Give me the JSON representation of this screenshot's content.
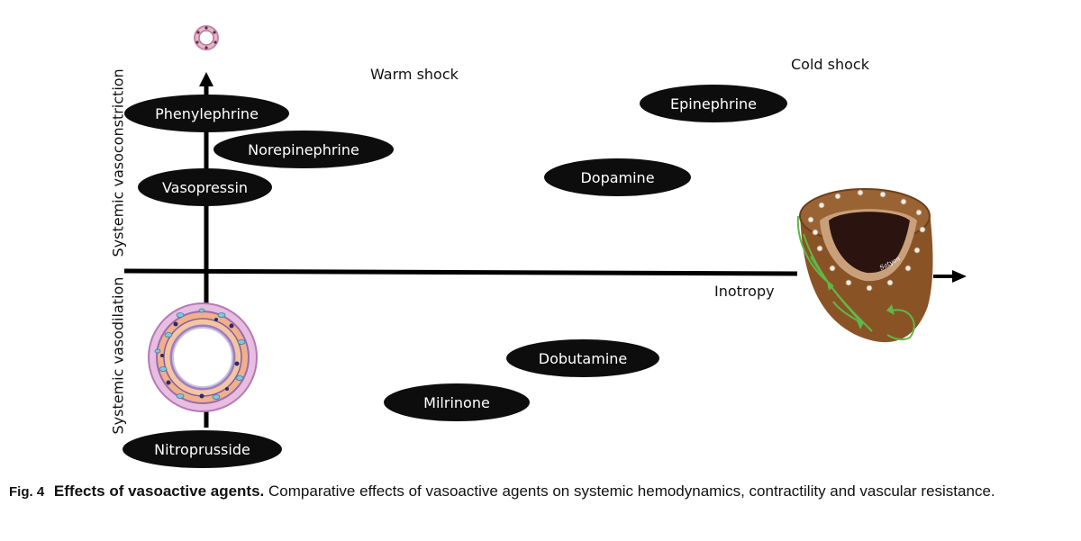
{
  "quadrants": {
    "warm": "Warm shock",
    "cold": "Cold shock"
  },
  "axes": {
    "y_top": "Systemic vasoconstriction",
    "y_bottom": "Systemic vasodilation",
    "x": "Inotropy"
  },
  "agents": {
    "phenylephrine": "Phenylephrine",
    "norepinephrine": "Norepinephrine",
    "vasopressin": "Vasopressin",
    "epinephrine": "Epinephrine",
    "dopamine": "Dopamine",
    "dobutamine": "Dobutamine",
    "milrinone": "Milrinone",
    "nitroprusside": "Nitroprusside"
  },
  "heart_signature": "Satyan",
  "caption": {
    "fig": "Fig. 4",
    "title": "Effects of vasoactive agents.",
    "text": "Comparative effects of vasoactive agents on systemic hemodynamics, contractility and vascular resistance."
  },
  "colors": {
    "pill": "#0d0d0d",
    "heart": "#8a5326",
    "vessel": "#e0a87c",
    "arrow_green": "#5fb848"
  }
}
